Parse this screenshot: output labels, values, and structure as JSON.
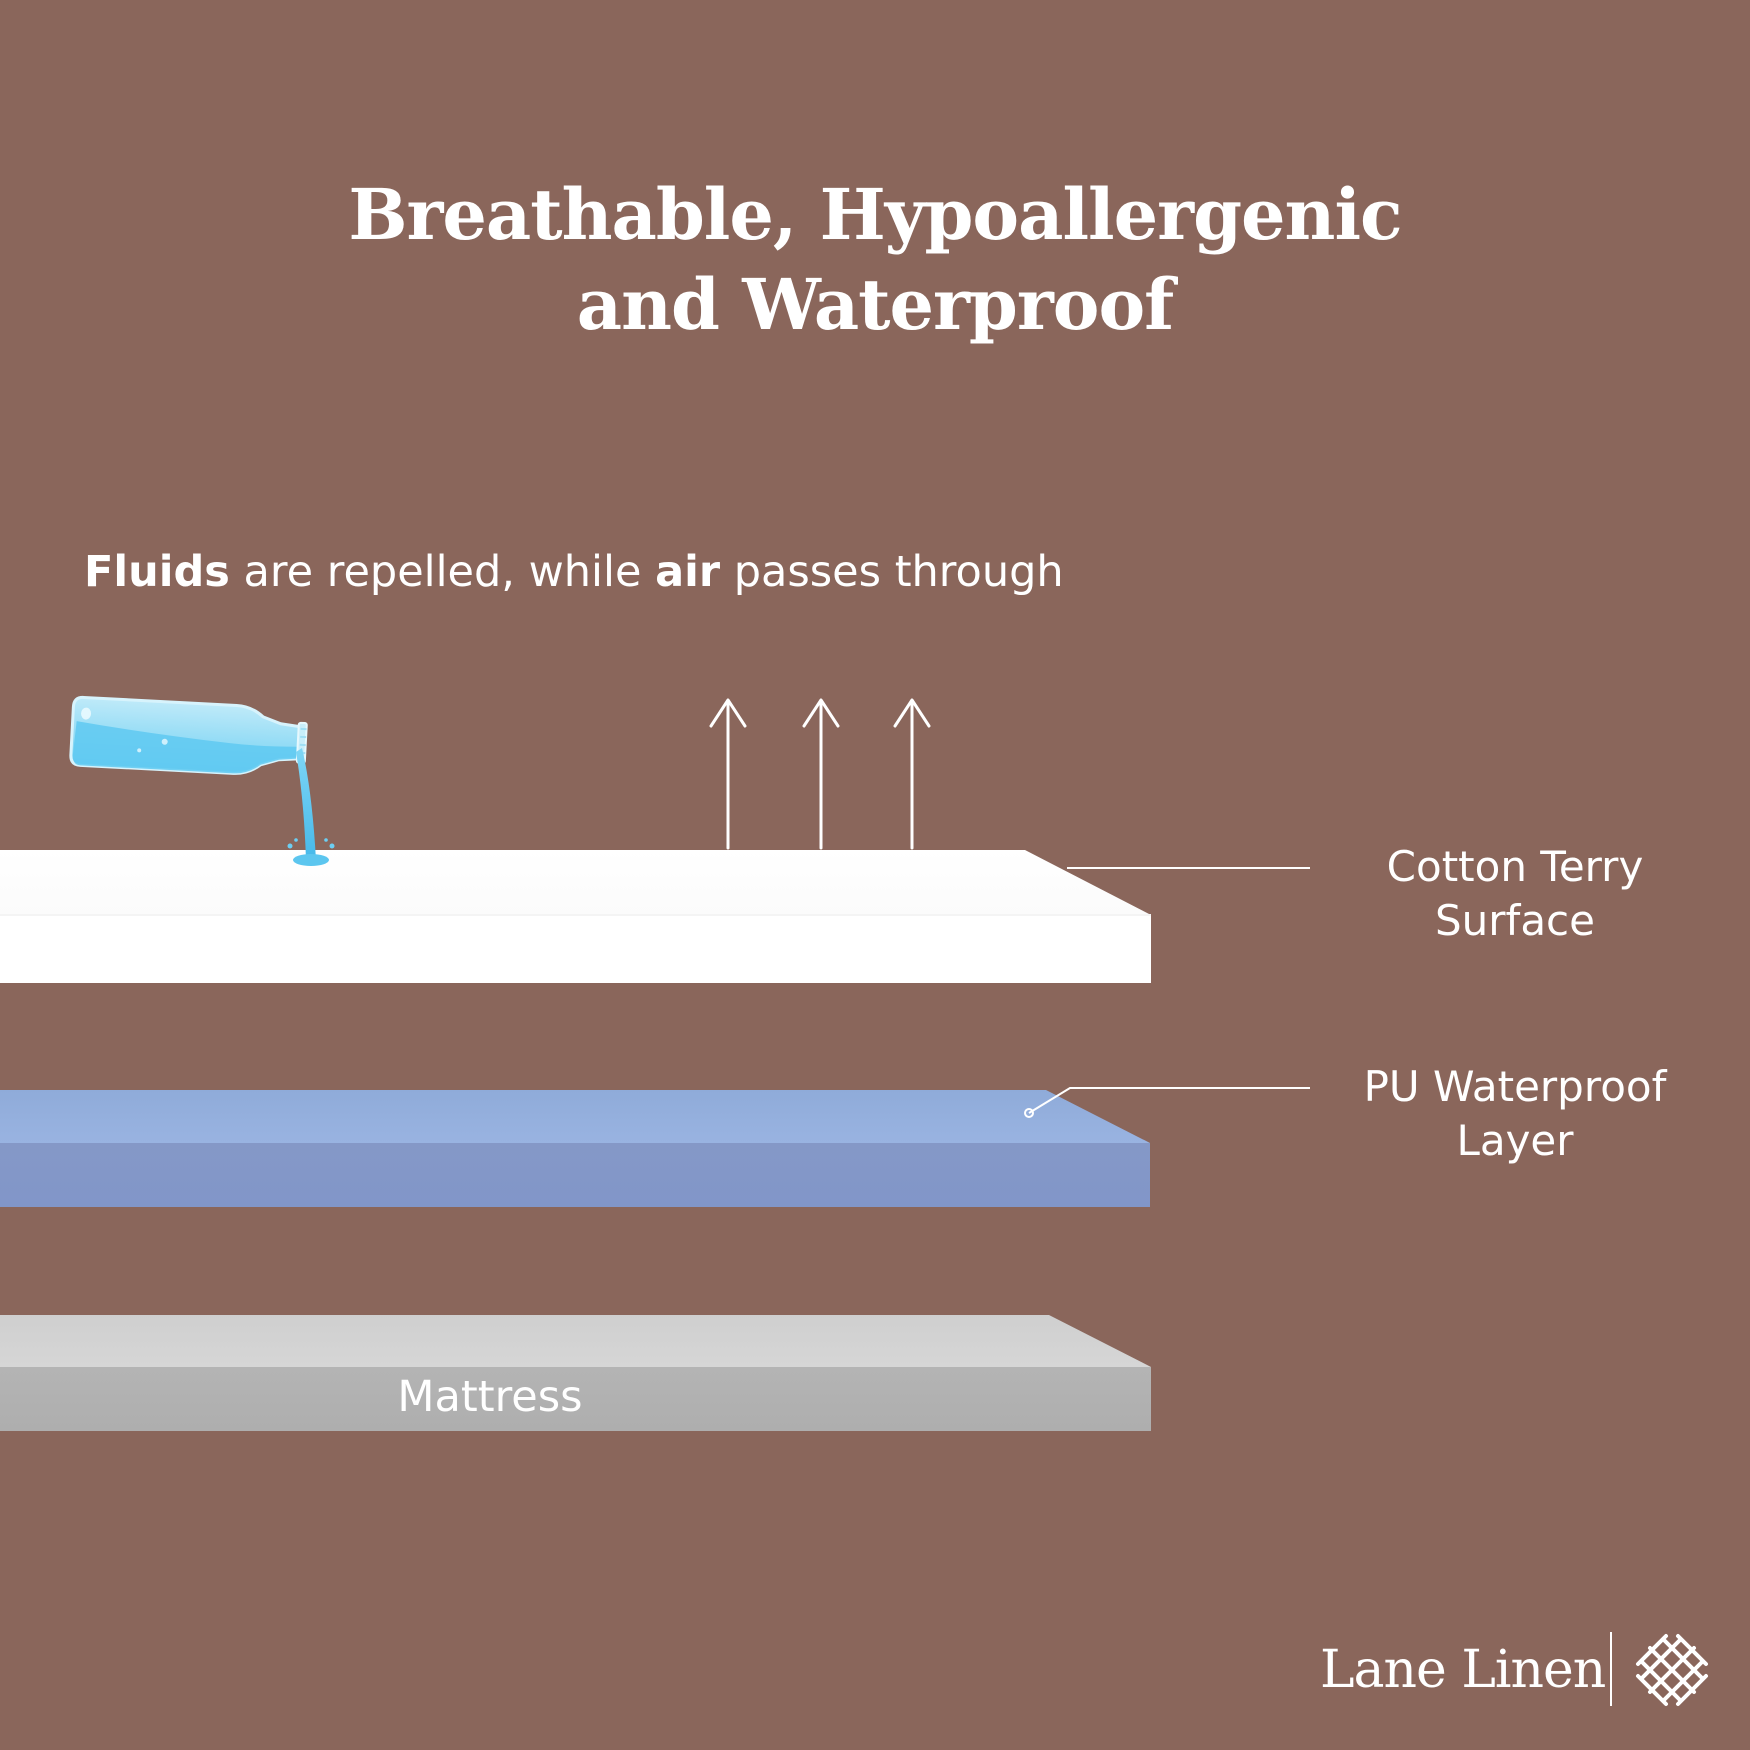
{
  "title": {
    "line1": "Breathable, Hypoallergenic",
    "line2": "and Waterproof"
  },
  "caption": {
    "part1_bold": "Fluids",
    "part2": " are repelled, while ",
    "part3_bold": "air",
    "part4": " passes through"
  },
  "layers": {
    "cotton": {
      "line1": "Cotton Terry",
      "line2": "Surface"
    },
    "pu": {
      "line1": "PU Waterproof",
      "line2": "Layer"
    },
    "mattress": "Mattress"
  },
  "brand": {
    "name": "Lane Linen",
    "logo_icon": "woven-lattice-icon"
  },
  "colors": {
    "background": "#8a665b",
    "cotton_layer": "#ffffff",
    "pu_layer_top": "#94b0de",
    "pu_layer_front": "#8497c5",
    "mattress_top": "#d2d2d2",
    "mattress_front": "#b1b1b1",
    "water": "#5cc6ef"
  }
}
